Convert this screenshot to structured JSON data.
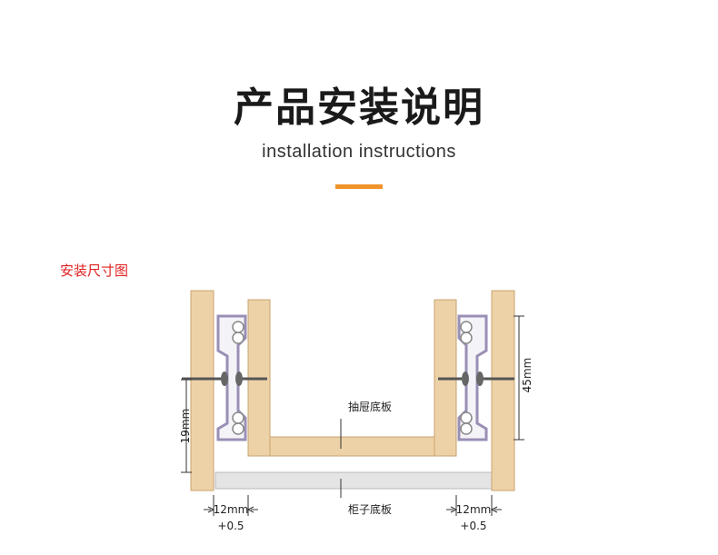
{
  "header": {
    "title": "产品安装说明",
    "subtitle": "installation instructions"
  },
  "section_label": "安装尺寸图",
  "diagram": {
    "drawer_bottom_label": "抽屉底板",
    "cabinet_bottom_label": "柜子底板",
    "left_gap": "12mm",
    "left_tolerance": "+0.5",
    "right_gap": "12mm",
    "right_tolerance": "+0.5",
    "height_19": "19mm",
    "height_45": "45mm"
  },
  "colors": {
    "accent": "#f0932b",
    "section_label": "#e02020",
    "wood": "#edd2a8",
    "wood_edge": "#c9a36e",
    "shelf": "#e4e4e4",
    "rail": "#9a8fb5"
  }
}
